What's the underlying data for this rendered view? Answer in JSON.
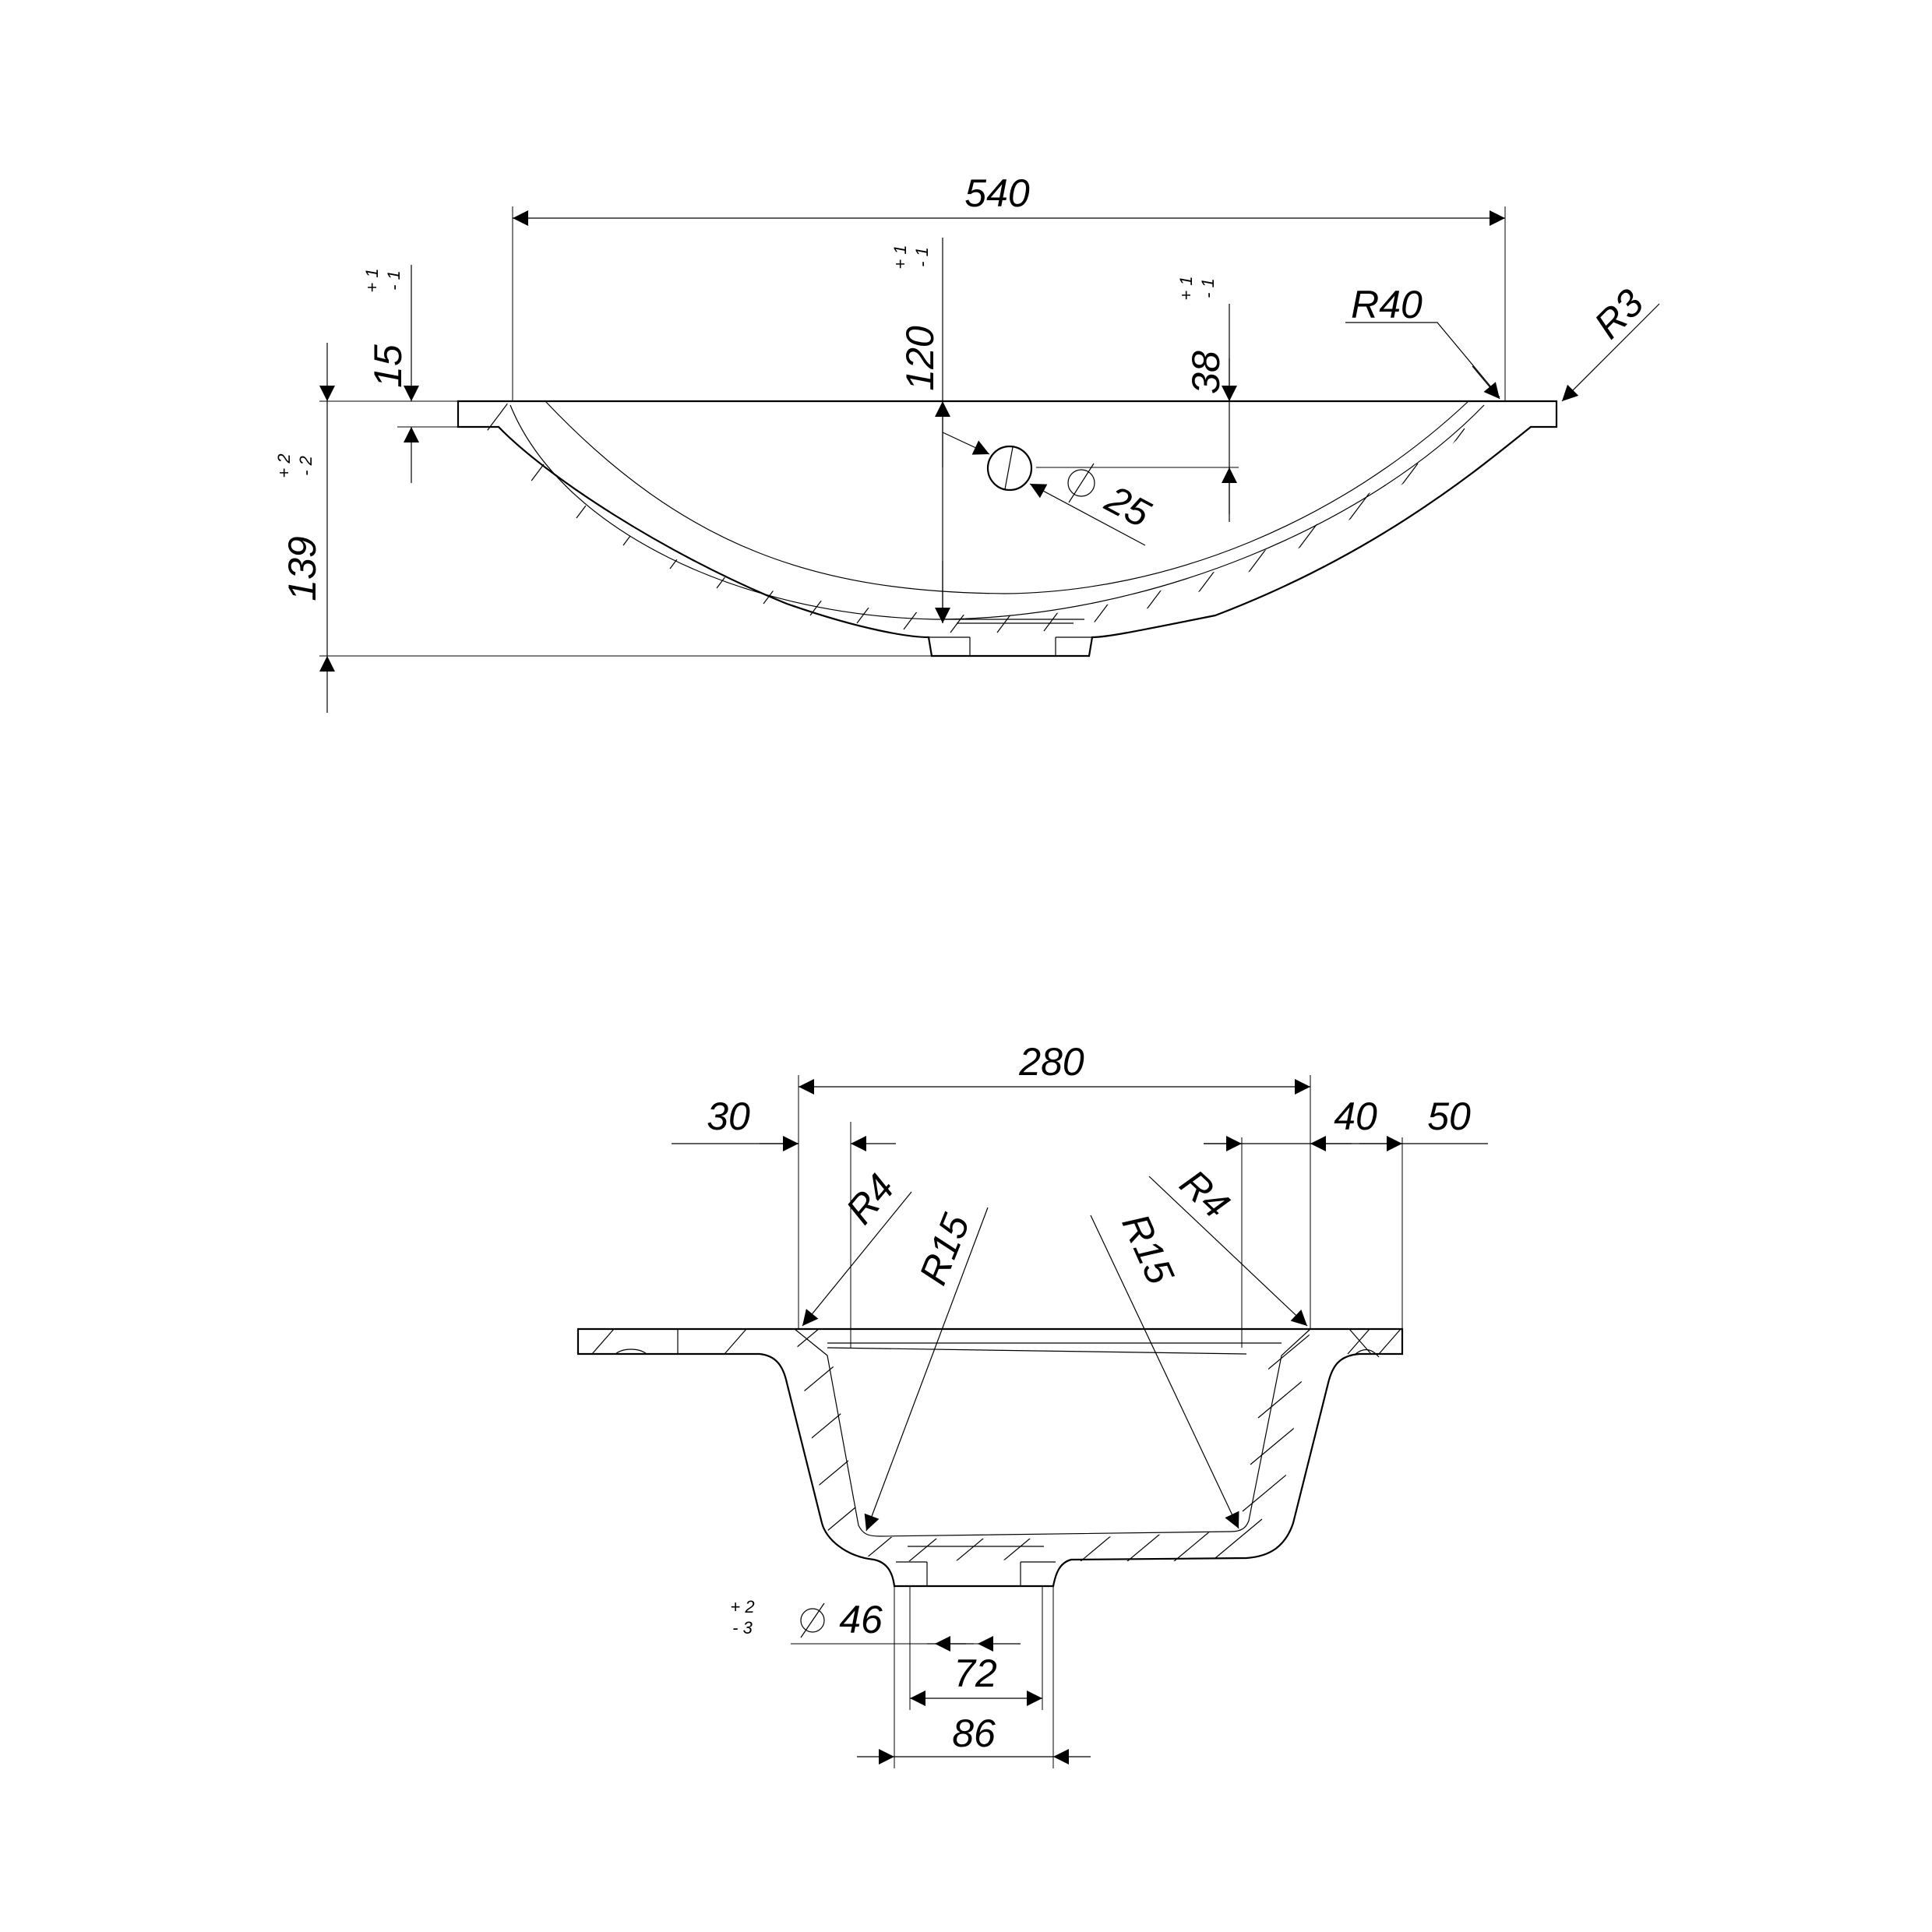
{
  "top_view": {
    "width": "540",
    "rim_thickness": "15",
    "rim_thickness_tol": {
      "plus": "+ 1",
      "minus": "- 1"
    },
    "bowl_depth": "120",
    "bowl_depth_tol": {
      "plus": "+ 1",
      "minus": "- 1"
    },
    "overflow_height": "38",
    "overflow_height_tol": {
      "plus": "+ 1",
      "minus": "- 1"
    },
    "total_height": "139",
    "total_height_tol": {
      "plus": "+ 2",
      "minus": "- 2"
    },
    "overflow_diameter": "25",
    "radius_inner": "R40",
    "radius_edge": "R3"
  },
  "side_view": {
    "inner_width": "280",
    "left_rim": "30",
    "right_offset": "40",
    "right_rim": "50",
    "radius_top_left": "R4",
    "radius_top_right": "R4",
    "radius_bottom_left": "R15",
    "radius_bottom_right": "R15",
    "drain_diameter": "46",
    "drain_diameter_tol": {
      "plus": "+ 2",
      "minus": "- 3"
    },
    "drain_inner_width": "72",
    "drain_outer_width": "86"
  }
}
